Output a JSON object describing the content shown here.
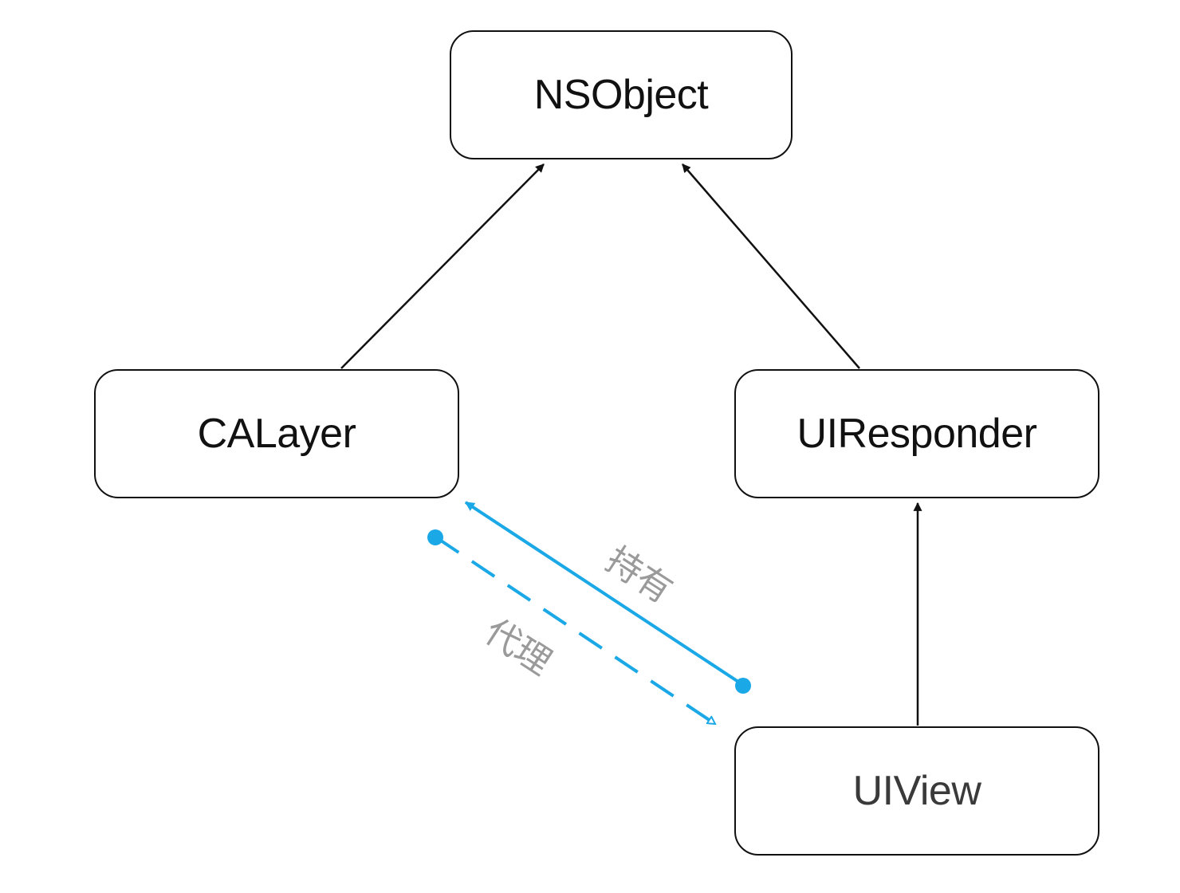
{
  "nodes": {
    "nsobject": "NSObject",
    "calayer": "CALayer",
    "uiresponder": "UIResponder",
    "uiview": "UIView"
  },
  "edges": {
    "hold_label": "持有",
    "delegate_label": "代理"
  },
  "colors": {
    "inheritance": "#111111",
    "relation": "#1ba8e6",
    "label": "#9a9a9a"
  }
}
